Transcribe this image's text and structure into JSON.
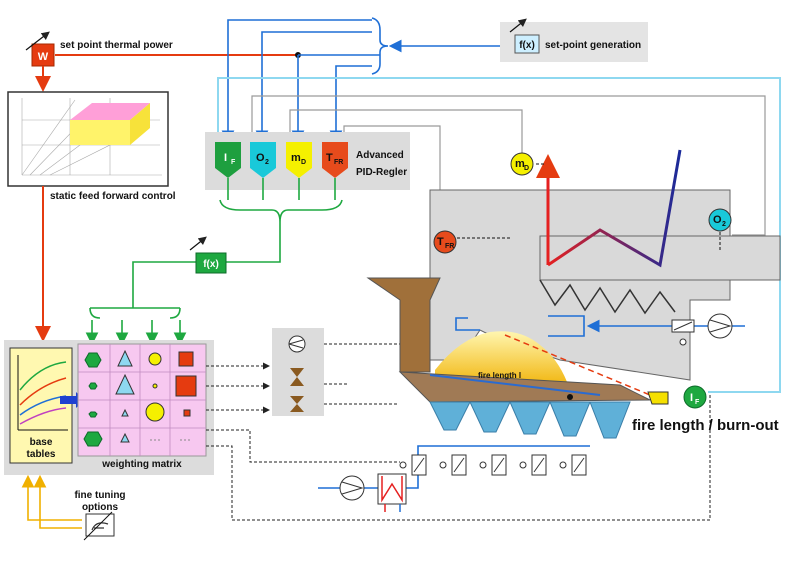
{
  "labels": {
    "setpoint_thermal": "set point thermal power",
    "setpoint_generation": "set-point generation",
    "static_ff": "static feed forward control",
    "advanced_pid_1": "Advanced",
    "advanced_pid_2": "PID-Regler",
    "base_tables_1": "base",
    "base_tables_2": "tables",
    "weighting_matrix": "weighting matrix",
    "fine_tuning_1": "fine tuning",
    "fine_tuning_2": "options",
    "fire_length_inner": "fire length l",
    "fire_length_burnout": "fire length / burn-out"
  },
  "blocks": {
    "w": "W",
    "fx": "f(x)",
    "fx_mid": "f(x)"
  },
  "controllers": [
    {
      "label": "I",
      "sub": "F",
      "color": "#1e9f3f"
    },
    {
      "label": "O",
      "sub": "2",
      "color": "#19c9d9"
    },
    {
      "label": "m",
      "sub": "D",
      "color": "#f5f000"
    },
    {
      "label": "T",
      "sub": "FR",
      "color": "#e74b1c"
    }
  ],
  "sensors": {
    "md": {
      "label": "m",
      "sub": "D"
    },
    "o2": {
      "label": "O",
      "sub": "2"
    },
    "tfr": {
      "label": "T",
      "sub": "FR"
    },
    "if": {
      "label": "I",
      "sub": "F"
    }
  },
  "colors": {
    "red": "#e53b10",
    "blue": "#1f6fd6",
    "green": "#1ea840",
    "gray": "#9a9a9a",
    "cyan": "#8ed8f0",
    "pink": "#f7c8f0",
    "yellow_panel": "#fff8b0",
    "panel_gray": "#dedede",
    "furnace_gray": "#d9d9d9"
  }
}
